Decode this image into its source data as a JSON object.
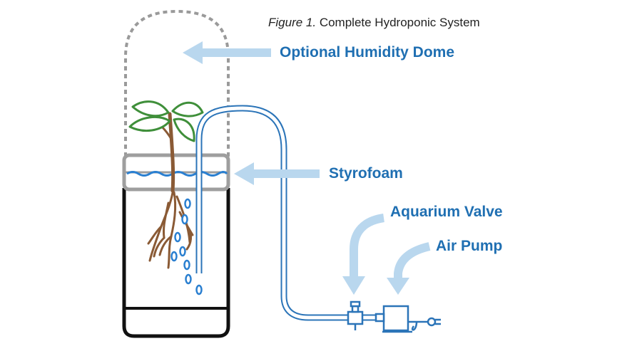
{
  "figure": {
    "number_label": "Figure 1.",
    "caption": "Complete Hydroponic System"
  },
  "labels": {
    "humidity_dome": "Optional Humidity Dome",
    "styrofoam": "Styrofoam",
    "aquarium_valve": "Aquarium Valve",
    "air_pump": "Air Pump"
  },
  "colors": {
    "label_blue": "#1f6fb2",
    "arrow_blue": "#b9d7ee",
    "tube_blue": "#2b74b8",
    "water_blue": "#2a7fd0",
    "lid_gray": "#9e9e9e",
    "dome_gray": "#9a9a9a",
    "root_brown": "#8a5a35",
    "leaf_green": "#3f8f3a"
  }
}
